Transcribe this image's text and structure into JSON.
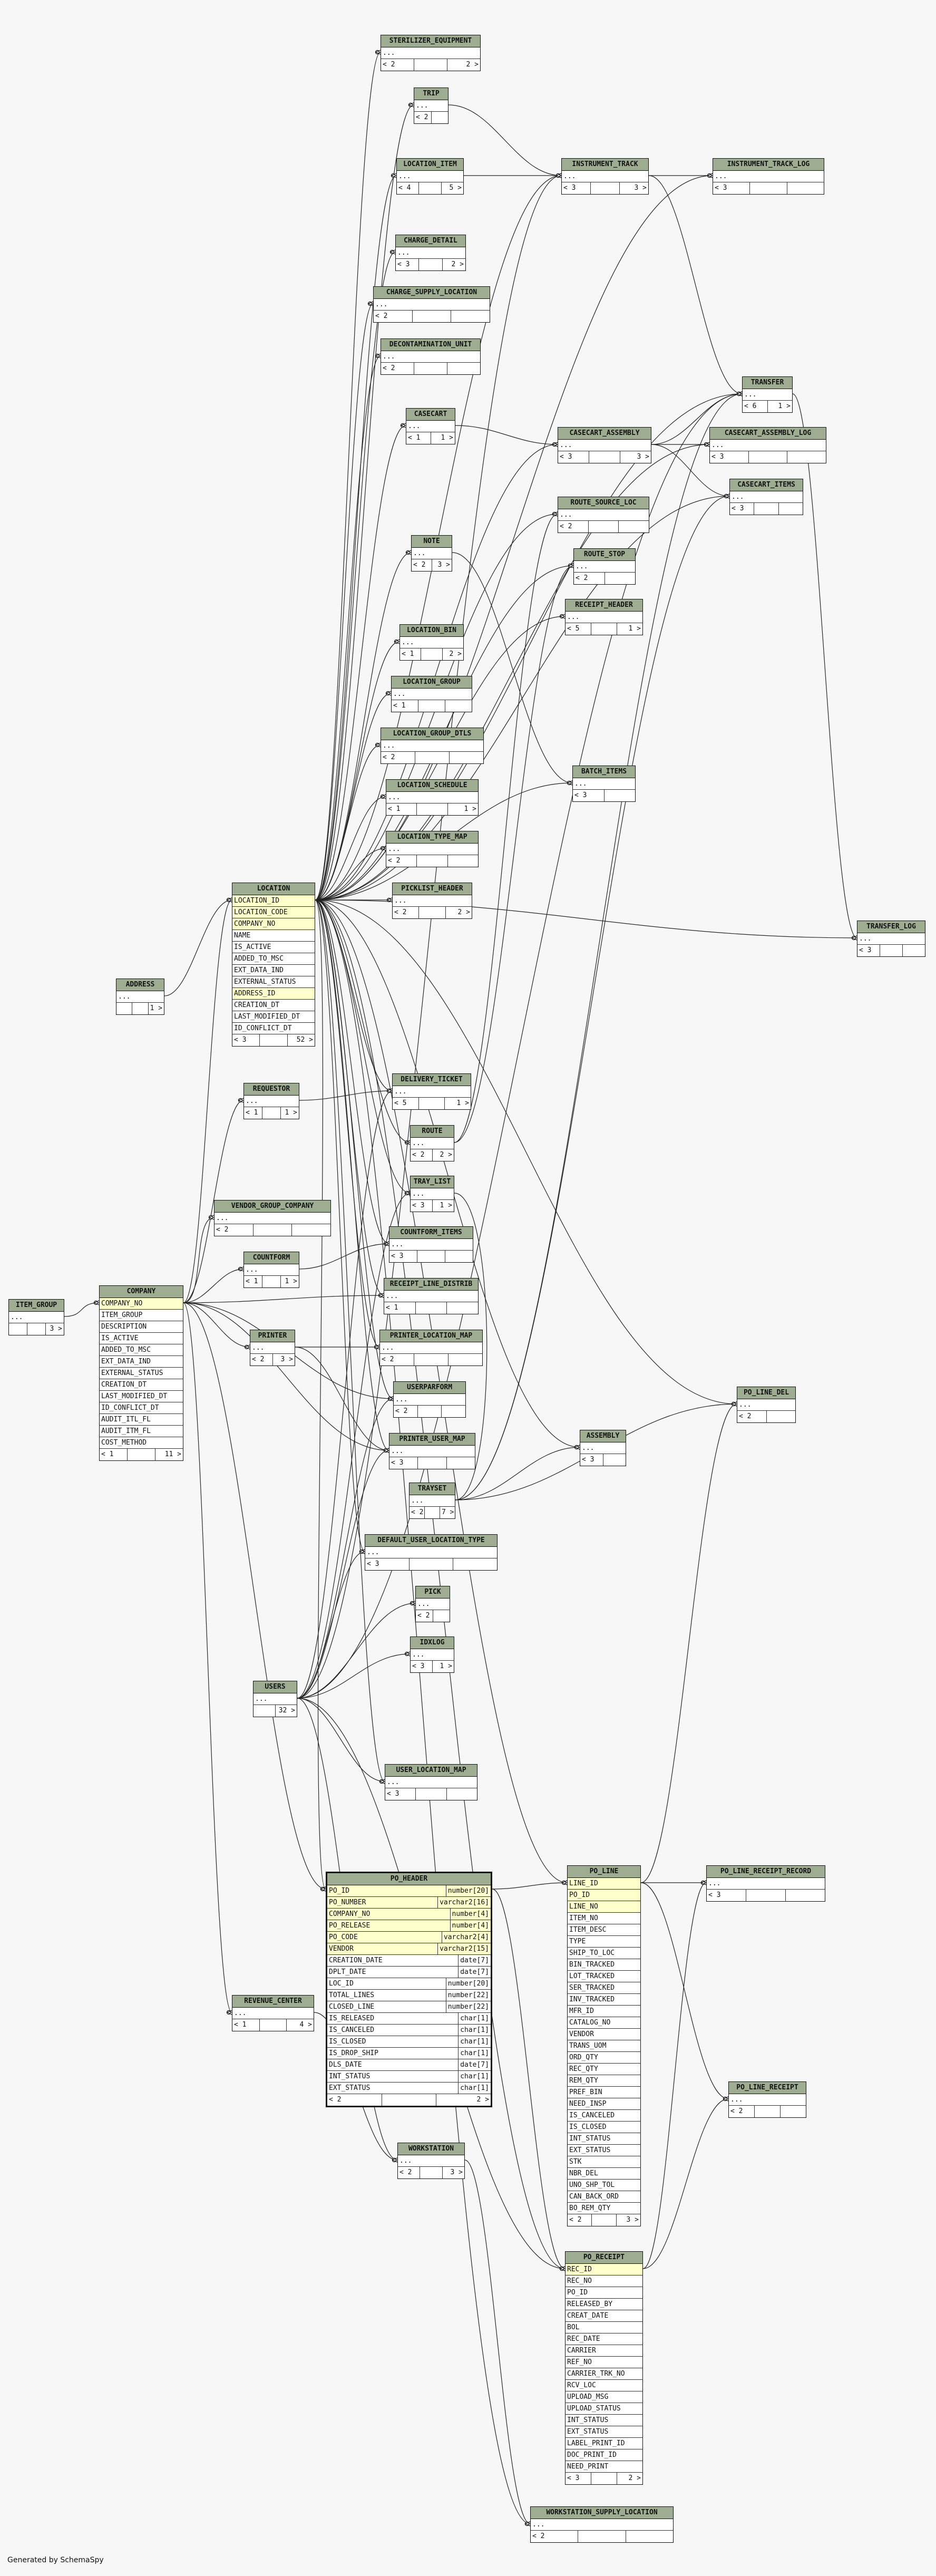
{
  "footer": "Generated by SchemaSpy",
  "tables": [
    {
      "id": "STERILIZER_EQUIPMENT",
      "rows": [
        "..."
      ],
      "foot": [
        "< 2",
        "",
        "2 >"
      ]
    },
    {
      "id": "TRIP",
      "rows": [
        "..."
      ],
      "foot": [
        "< 2",
        ""
      ]
    },
    {
      "id": "LOCATION_ITEM",
      "rows": [
        "..."
      ],
      "foot": [
        "< 4",
        "",
        "5 >"
      ]
    },
    {
      "id": "INSTRUMENT_TRACK",
      "rows": [
        "..."
      ],
      "foot": [
        "< 3",
        "",
        "3 >"
      ]
    },
    {
      "id": "INSTRUMENT_TRACK_LOG",
      "rows": [
        "..."
      ],
      "foot": [
        "< 3",
        "",
        ""
      ]
    },
    {
      "id": "CHARGE_DETAIL",
      "rows": [
        "..."
      ],
      "foot": [
        "< 3",
        "",
        "2 >"
      ]
    },
    {
      "id": "CHARGE_SUPPLY_LOCATION",
      "rows": [
        "..."
      ],
      "foot": [
        "< 2",
        "",
        ""
      ]
    },
    {
      "id": "DECONTAMINATION_UNIT",
      "rows": [
        "..."
      ],
      "foot": [
        "< 2",
        "",
        ""
      ]
    },
    {
      "id": "TRANSFER",
      "rows": [
        "..."
      ],
      "foot": [
        "< 6",
        "1 >"
      ]
    },
    {
      "id": "CASECART",
      "rows": [
        "..."
      ],
      "foot": [
        "< 1",
        "1 >"
      ]
    },
    {
      "id": "CASECART_ASSEMBLY",
      "rows": [
        "..."
      ],
      "foot": [
        "< 3",
        "",
        "3 >"
      ]
    },
    {
      "id": "CASECART_ASSEMBLY_LOG",
      "rows": [
        "..."
      ],
      "foot": [
        "< 3",
        "",
        ""
      ]
    },
    {
      "id": "CASECART_ITEMS",
      "rows": [
        "..."
      ],
      "foot": [
        "< 3",
        "",
        ""
      ]
    },
    {
      "id": "ROUTE_SOURCE_LOC",
      "rows": [
        "..."
      ],
      "foot": [
        "< 2",
        "",
        ""
      ]
    },
    {
      "id": "NOTE",
      "rows": [
        "..."
      ],
      "foot": [
        "< 2",
        "3 >"
      ]
    },
    {
      "id": "ROUTE_STOP",
      "rows": [
        "..."
      ],
      "foot": [
        "< 2",
        ""
      ]
    },
    {
      "id": "RECEIPT_HEADER",
      "rows": [
        "..."
      ],
      "foot": [
        "< 5",
        "",
        "1 >"
      ]
    },
    {
      "id": "LOCATION_BIN",
      "rows": [
        "..."
      ],
      "foot": [
        "< 1",
        "",
        "2 >"
      ]
    },
    {
      "id": "LOCATION_GROUP",
      "rows": [
        "..."
      ],
      "foot": [
        "< 1",
        "",
        ""
      ]
    },
    {
      "id": "LOCATION_GROUP_DTLS",
      "rows": [
        "..."
      ],
      "foot": [
        "< 2",
        "",
        ""
      ]
    },
    {
      "id": "LOCATION_SCHEDULE",
      "rows": [
        "..."
      ],
      "foot": [
        "< 1",
        "",
        "1 >"
      ]
    },
    {
      "id": "BATCH_ITEMS",
      "rows": [
        "..."
      ],
      "foot": [
        "< 3",
        ""
      ]
    },
    {
      "id": "LOCATION_TYPE_MAP",
      "rows": [
        "..."
      ],
      "foot": [
        "< 2",
        "",
        ""
      ]
    },
    {
      "id": "LOCATION",
      "rows": [
        {
          "n": "LOCATION_ID",
          "k": true
        },
        {
          "n": "LOCATION_CODE",
          "k": true
        },
        {
          "n": "COMPANY_NO",
          "k": true
        },
        "NAME",
        "IS_ACTIVE",
        "ADDED_TO_MSC",
        "EXT_DATA_IND",
        "EXTERNAL_STATUS",
        {
          "n": "ADDRESS_ID",
          "k": true
        },
        "CREATION_DT",
        "LAST_MODIFIED_DT",
        "ID_CONFLICT_DT"
      ],
      "foot": [
        "< 3",
        "",
        "52 >"
      ]
    },
    {
      "id": "PICKLIST_HEADER",
      "rows": [
        "..."
      ],
      "foot": [
        "< 2",
        "",
        "2 >"
      ]
    },
    {
      "id": "TRANSFER_LOG",
      "rows": [
        "..."
      ],
      "foot": [
        "< 3",
        "",
        ""
      ]
    },
    {
      "id": "ADDRESS",
      "rows": [
        "..."
      ],
      "foot": [
        "",
        "",
        "1 >"
      ]
    },
    {
      "id": "REQUESTOR",
      "rows": [
        "..."
      ],
      "foot": [
        "< 1",
        "",
        "1 >"
      ]
    },
    {
      "id": "DELIVERY_TICKET",
      "rows": [
        "..."
      ],
      "foot": [
        "< 5",
        "",
        "1 >"
      ]
    },
    {
      "id": "ROUTE",
      "rows": [
        "..."
      ],
      "foot": [
        "< 2",
        "2 >"
      ]
    },
    {
      "id": "TRAY_LIST",
      "rows": [
        "..."
      ],
      "foot": [
        "< 3",
        "1 >"
      ]
    },
    {
      "id": "VENDOR_GROUP_COMPANY",
      "rows": [
        "..."
      ],
      "foot": [
        "< 2",
        "",
        ""
      ]
    },
    {
      "id": "COUNTFORM_ITEMS",
      "rows": [
        "..."
      ],
      "foot": [
        "< 3",
        "",
        ""
      ]
    },
    {
      "id": "COUNTFORM",
      "rows": [
        "..."
      ],
      "foot": [
        "< 1",
        "",
        "1 >"
      ]
    },
    {
      "id": "RECEIPT_LINE_DISTRIB",
      "rows": [
        "..."
      ],
      "foot": [
        "< 1",
        "",
        ""
      ]
    },
    {
      "id": "ITEM_GROUP",
      "rows": [
        "..."
      ],
      "foot": [
        "",
        "",
        "3 >"
      ]
    },
    {
      "id": "COMPANY",
      "rows": [
        {
          "n": "COMPANY_NO",
          "k": true
        },
        "ITEM_GROUP",
        "DESCRIPTION",
        "IS_ACTIVE",
        "ADDED_TO_MSC",
        "EXT_DATA_IND",
        "EXTERNAL_STATUS",
        "CREATION_DT",
        "LAST_MODIFIED_DT",
        "ID_CONFLICT_DT",
        "AUDIT_ITL_FL",
        "AUDIT_ITM_FL",
        "COST_METHOD"
      ],
      "foot": [
        "< 1",
        "",
        "11 >"
      ]
    },
    {
      "id": "PRINTER",
      "rows": [
        "..."
      ],
      "foot": [
        "< 2",
        "3 >"
      ]
    },
    {
      "id": "PRINTER_LOCATION_MAP",
      "rows": [
        "..."
      ],
      "foot": [
        "< 2",
        "",
        ""
      ]
    },
    {
      "id": "USERPARFORM",
      "rows": [
        "..."
      ],
      "foot": [
        "< 2",
        "",
        ""
      ]
    },
    {
      "id": "PO_LINE_DEL",
      "rows": [
        "..."
      ],
      "foot": [
        "< 2",
        ""
      ]
    },
    {
      "id": "PRINTER_USER_MAP",
      "rows": [
        "..."
      ],
      "foot": [
        "< 3",
        "",
        ""
      ]
    },
    {
      "id": "ASSEMBLY",
      "rows": [
        "..."
      ],
      "foot": [
        "< 3",
        ""
      ]
    },
    {
      "id": "TRAYSET",
      "rows": [
        "..."
      ],
      "foot": [
        "< 2",
        "",
        "7 >"
      ]
    },
    {
      "id": "DEFAULT_USER_LOCATION_TYPE",
      "rows": [
        "..."
      ],
      "foot": [
        "< 3",
        "",
        ""
      ]
    },
    {
      "id": "PICK",
      "rows": [
        "..."
      ],
      "foot": [
        "< 2",
        ""
      ]
    },
    {
      "id": "IDXLOG",
      "rows": [
        "..."
      ],
      "foot": [
        "< 3",
        "1 >"
      ]
    },
    {
      "id": "USERS",
      "rows": [
        "..."
      ],
      "foot": [
        "",
        "32 >"
      ]
    },
    {
      "id": "USER_LOCATION_MAP",
      "rows": [
        "..."
      ],
      "foot": [
        "< 3",
        "",
        ""
      ]
    },
    {
      "id": "PO_HEADER",
      "focus": true,
      "rows": [
        {
          "n": "PO_ID",
          "t": "number[20]",
          "k": true
        },
        {
          "n": "PO_NUMBER",
          "t": "varchar2[16]",
          "k": true
        },
        {
          "n": "COMPANY_NO",
          "t": "number[4]",
          "k": true
        },
        {
          "n": "PO_RELEASE",
          "t": "number[4]",
          "k": true
        },
        {
          "n": "PO_CODE",
          "t": "varchar2[4]",
          "k": true
        },
        {
          "n": "VENDOR",
          "t": "varchar2[15]",
          "k": true
        },
        {
          "n": "CREATION_DATE",
          "t": "date[7]"
        },
        {
          "n": "DPLT_DATE",
          "t": "date[7]"
        },
        {
          "n": "LOC_ID",
          "t": "number[20]"
        },
        {
          "n": "TOTAL_LINES",
          "t": "number[22]"
        },
        {
          "n": "CLOSED_LINE",
          "t": "number[22]"
        },
        {
          "n": "IS_RELEASED",
          "t": "char[1]"
        },
        {
          "n": "IS_CANCELED",
          "t": "char[1]"
        },
        {
          "n": "IS_CLOSED",
          "t": "char[1]"
        },
        {
          "n": "IS_DROP_SHIP",
          "t": "char[1]"
        },
        {
          "n": "DLS_DATE",
          "t": "date[7]"
        },
        {
          "n": "INT_STATUS",
          "t": "char[1]"
        },
        {
          "n": "EXT_STATUS",
          "t": "char[1]"
        }
      ],
      "foot": [
        "< 2",
        "",
        "2 >"
      ]
    },
    {
      "id": "PO_LINE",
      "rows": [
        {
          "n": "LINE_ID",
          "k": true
        },
        {
          "n": "PO_ID",
          "k": true
        },
        {
          "n": "LINE_NO",
          "k": true
        },
        "ITEM_NO",
        "ITEM_DESC",
        "TYPE",
        "SHIP_TO_LOC",
        "BIN_TRACKED",
        "LOT_TRACKED",
        "SER_TRACKED",
        "INV_TRACKED",
        "MFR_ID",
        "CATALOG_NO",
        "VENDOR",
        "TRANS_UOM",
        "ORD_QTY",
        "REC_QTY",
        "REM_QTY",
        "PREF_BIN",
        "NEED_INSP",
        "IS_CANCELED",
        "IS_CLOSED",
        "INT_STATUS",
        "EXT_STATUS",
        "STK",
        "NBR_DEL",
        "UNO_SHP_TOL",
        "CAN_BACK_ORD",
        "BO_REM_QTY"
      ],
      "foot": [
        "< 2",
        "",
        "3 >"
      ]
    },
    {
      "id": "PO_LINE_RECEIPT_RECORD",
      "rows": [
        "..."
      ],
      "foot": [
        "< 3",
        "",
        ""
      ]
    },
    {
      "id": "REVENUE_CENTER",
      "rows": [
        "..."
      ],
      "foot": [
        "< 1",
        "",
        "4 >"
      ]
    },
    {
      "id": "PO_LINE_RECEIPT",
      "rows": [
        "..."
      ],
      "foot": [
        "< 2",
        "",
        ""
      ]
    },
    {
      "id": "WORKSTATION",
      "rows": [
        "..."
      ],
      "foot": [
        "< 2",
        "",
        "3 >"
      ]
    },
    {
      "id": "PO_RECEIPT",
      "rows": [
        {
          "n": "REC_ID",
          "k": true
        },
        "REC_NO",
        "PO_ID",
        "RELEASED_BY",
        "CREAT_DATE",
        "BOL",
        "REC_DATE",
        "CARRIER",
        "REF_NO",
        "CARRIER_TRK_NO",
        "RCV_LOC",
        "UPLOAD_MSG",
        "UPLOAD_STATUS",
        "INT_STATUS",
        "EXT_STATUS",
        "LABEL_PRINT_ID",
        "DOC_PRINT_ID",
        "NEED_PRINT"
      ],
      "foot": [
        "< 3",
        "",
        "2 >"
      ]
    },
    {
      "id": "WORKSTATION_SUPPLY_LOCATION",
      "rows": [
        "..."
      ],
      "foot": [
        "< 2",
        "",
        ""
      ]
    }
  ],
  "relationships": [
    [
      "LOCATION",
      "STERILIZER_EQUIPMENT"
    ],
    [
      "LOCATION",
      "TRIP"
    ],
    [
      "LOCATION",
      "LOCATION_ITEM"
    ],
    [
      "LOCATION",
      "CHARGE_DETAIL"
    ],
    [
      "LOCATION",
      "CHARGE_SUPPLY_LOCATION"
    ],
    [
      "LOCATION",
      "DECONTAMINATION_UNIT"
    ],
    [
      "LOCATION",
      "CASECART"
    ],
    [
      "LOCATION",
      "NOTE"
    ],
    [
      "LOCATION",
      "LOCATION_BIN"
    ],
    [
      "LOCATION",
      "LOCATION_GROUP"
    ],
    [
      "LOCATION",
      "LOCATION_GROUP_DTLS"
    ],
    [
      "LOCATION",
      "LOCATION_SCHEDULE"
    ],
    [
      "LOCATION",
      "LOCATION_TYPE_MAP"
    ],
    [
      "LOCATION",
      "PICKLIST_HEADER"
    ],
    [
      "LOCATION",
      "INSTRUMENT_TRACK"
    ],
    [
      "LOCATION",
      "INSTRUMENT_TRACK_LOG"
    ],
    [
      "LOCATION",
      "TRANSFER"
    ],
    [
      "LOCATION",
      "CASECART_ASSEMBLY"
    ],
    [
      "LOCATION",
      "CASECART_ASSEMBLY_LOG"
    ],
    [
      "LOCATION",
      "CASECART_ITEMS"
    ],
    [
      "LOCATION",
      "ROUTE_SOURCE_LOC"
    ],
    [
      "LOCATION",
      "ROUTE_STOP"
    ],
    [
      "LOCATION",
      "RECEIPT_HEADER"
    ],
    [
      "LOCATION",
      "BATCH_ITEMS"
    ],
    [
      "LOCATION",
      "TRANSFER_LOG"
    ],
    [
      "LOCATION",
      "DELIVERY_TICKET"
    ],
    [
      "LOCATION",
      "ROUTE"
    ],
    [
      "LOCATION",
      "TRAY_LIST"
    ],
    [
      "LOCATION",
      "COUNTFORM_ITEMS"
    ],
    [
      "LOCATION",
      "RECEIPT_LINE_DISTRIB"
    ],
    [
      "LOCATION",
      "PRINTER_LOCATION_MAP"
    ],
    [
      "LOCATION",
      "USERPARFORM"
    ],
    [
      "LOCATION",
      "PRINTER_USER_MAP"
    ],
    [
      "LOCATION",
      "ASSEMBLY"
    ],
    [
      "LOCATION",
      "PO_LINE_DEL"
    ],
    [
      "LOCATION",
      "DEFAULT_USER_LOCATION_TYPE"
    ],
    [
      "LOCATION",
      "USER_LOCATION_MAP"
    ],
    [
      "LOCATION",
      "PO_HEADER"
    ],
    [
      "LOCATION",
      "PO_LINE"
    ],
    [
      "LOCATION",
      "PO_RECEIPT"
    ],
    [
      "LOCATION",
      "WORKSTATION_SUPPLY_LOCATION"
    ],
    [
      "ADDRESS",
      "LOCATION"
    ],
    [
      "ITEM_GROUP",
      "COMPANY"
    ],
    [
      "COMPANY",
      "LOCATION"
    ],
    [
      "COMPANY",
      "REQUESTOR"
    ],
    [
      "COMPANY",
      "VENDOR_GROUP_COMPANY"
    ],
    [
      "COMPANY",
      "COUNTFORM"
    ],
    [
      "COMPANY",
      "PRINTER"
    ],
    [
      "COMPANY",
      "RECEIPT_LINE_DISTRIB"
    ],
    [
      "COMPANY",
      "PRINTER_USER_MAP"
    ],
    [
      "COMPANY",
      "PO_HEADER"
    ],
    [
      "COMPANY",
      "REVENUE_CENTER"
    ],
    [
      "COMPANY",
      "USERPARFORM"
    ],
    [
      "REQUESTOR",
      "DELIVERY_TICKET"
    ],
    [
      "COUNTFORM",
      "COUNTFORM_ITEMS"
    ],
    [
      "PRINTER",
      "PRINTER_LOCATION_MAP"
    ],
    [
      "PRINTER",
      "PRINTER_USER_MAP"
    ],
    [
      "USERS",
      "USER_LOCATION_MAP"
    ],
    [
      "USERS",
      "PRINTER_USER_MAP"
    ],
    [
      "USERS",
      "DEFAULT_USER_LOCATION_TYPE"
    ],
    [
      "USERS",
      "PICK"
    ],
    [
      "USERS",
      "IDXLOG"
    ],
    [
      "USERS",
      "USERPARFORM"
    ],
    [
      "USERS",
      "TRANSFER"
    ],
    [
      "USERS",
      "DELIVERY_TICKET"
    ],
    [
      "USERS",
      "TRAY_LIST"
    ],
    [
      "USERS",
      "WORKSTATION"
    ],
    [
      "USERS",
      "PO_RECEIPT"
    ],
    [
      "USERS",
      "INSTRUMENT_TRACK"
    ],
    [
      "TRIP",
      "INSTRUMENT_TRACK"
    ],
    [
      "LOCATION_ITEM",
      "INSTRUMENT_TRACK"
    ],
    [
      "INSTRUMENT_TRACK",
      "INSTRUMENT_TRACK_LOG"
    ],
    [
      "INSTRUMENT_TRACK",
      "TRANSFER"
    ],
    [
      "CASECART",
      "CASECART_ASSEMBLY"
    ],
    [
      "CASECART_ASSEMBLY",
      "CASECART_ASSEMBLY_LOG"
    ],
    [
      "CASECART_ASSEMBLY",
      "CASECART_ITEMS"
    ],
    [
      "CASECART_ASSEMBLY",
      "TRANSFER"
    ],
    [
      "TRANSFER",
      "TRANSFER_LOG"
    ],
    [
      "ROUTE",
      "ROUTE_SOURCE_LOC"
    ],
    [
      "ROUTE",
      "ROUTE_STOP"
    ],
    [
      "NOTE",
      "BATCH_ITEMS"
    ],
    [
      "TRAYSET",
      "ASSEMBLY"
    ],
    [
      "TRAYSET",
      "TRAY_LIST"
    ],
    [
      "TRAYSET",
      "PO_LINE_DEL"
    ],
    [
      "TRAYSET",
      "CASECART_ITEMS"
    ],
    [
      "TRAYSET",
      "TRANSFER"
    ],
    [
      "PO_HEADER",
      "PO_LINE"
    ],
    [
      "PO_HEADER",
      "PO_RECEIPT"
    ],
    [
      "PO_LINE",
      "PO_LINE_RECEIPT_RECORD"
    ],
    [
      "PO_LINE",
      "PO_LINE_RECEIPT"
    ],
    [
      "PO_LINE",
      "PO_LINE_DEL"
    ],
    [
      "PO_RECEIPT",
      "PO_LINE_RECEIPT"
    ],
    [
      "PO_RECEIPT",
      "PO_LINE_RECEIPT_RECORD"
    ],
    [
      "WORKSTATION",
      "WORKSTATION_SUPPLY_LOCATION"
    ],
    [
      "REVENUE_CENTER",
      "WORKSTATION"
    ]
  ]
}
